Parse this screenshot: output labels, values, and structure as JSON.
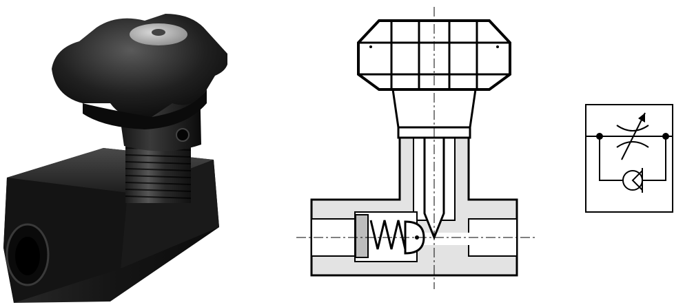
{
  "figure": {
    "panels": [
      {
        "id": "photo",
        "icon": "needle-valve-photo"
      },
      {
        "id": "section",
        "icon": "needle-valve-cross-section"
      },
      {
        "id": "symbol",
        "icon": "throttle-check-valve-symbol"
      }
    ]
  },
  "colors": {
    "metal_dark": "#1a1a1a",
    "metal_mid": "#3a3a3a",
    "metal_highlight": "#6e6e6e",
    "section_fill": "#e3e3e3",
    "line": "#000000",
    "background": "#ffffff"
  }
}
